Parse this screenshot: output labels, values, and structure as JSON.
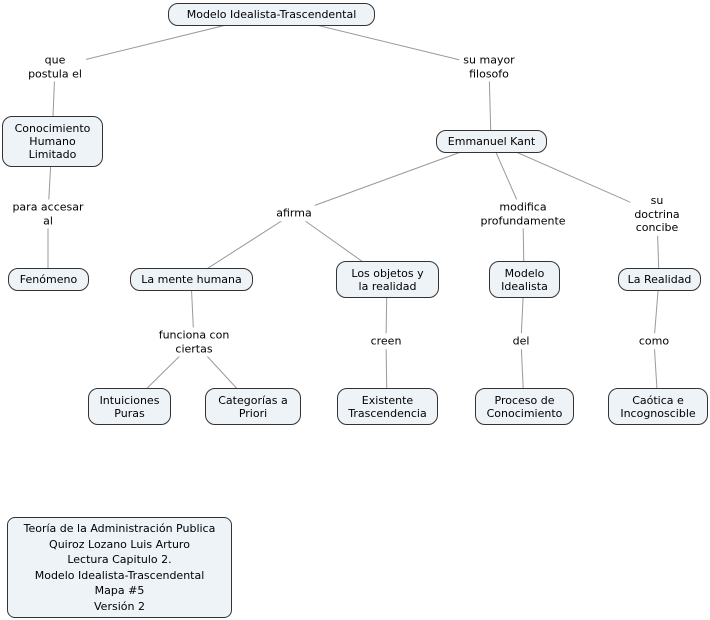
{
  "colors": {
    "node_fill": "#eef3f8",
    "node_border": "#333333",
    "connector_line": "#999999",
    "background": "#ffffff"
  },
  "nodes": {
    "root": "Modelo Idealista-Trascendental",
    "conocimiento": "Conocimiento\nHumano\nLimitado",
    "kant": "Emmanuel Kant",
    "fenomeno": "Fenómeno",
    "mente": "La mente humana",
    "objetos": "Los objetos y\nla realidad",
    "modelo_idealista": "Modelo\nIdealista",
    "realidad": "La Realidad",
    "intuiciones": "Intuiciones\nPuras",
    "categorias": "Categorías a\nPriori",
    "existente": "Existente\nTrascendencia",
    "proceso": "Proceso de\nConocimiento",
    "caotica": "Caótica e\nIncognoscible"
  },
  "links": {
    "que_postula": "que\npostula el",
    "su_mayor": "su mayor\nfilosofo",
    "para_accesar": "para accesar\nal",
    "afirma": "afirma",
    "modifica": "modifica\nprofundamente",
    "doctrina": "su doctrina\nconcibe",
    "funciona": "funciona con\nciertas",
    "creen": "creen",
    "del": "del",
    "como": "como"
  },
  "info_box": {
    "lines": [
      "Teoría de la Administración Publica",
      "Quiroz Lozano Luis Arturo",
      "Lectura Capitulo 2.",
      "Modelo Idealista-Trascendental",
      "Mapa #5",
      "Versión 2"
    ]
  }
}
